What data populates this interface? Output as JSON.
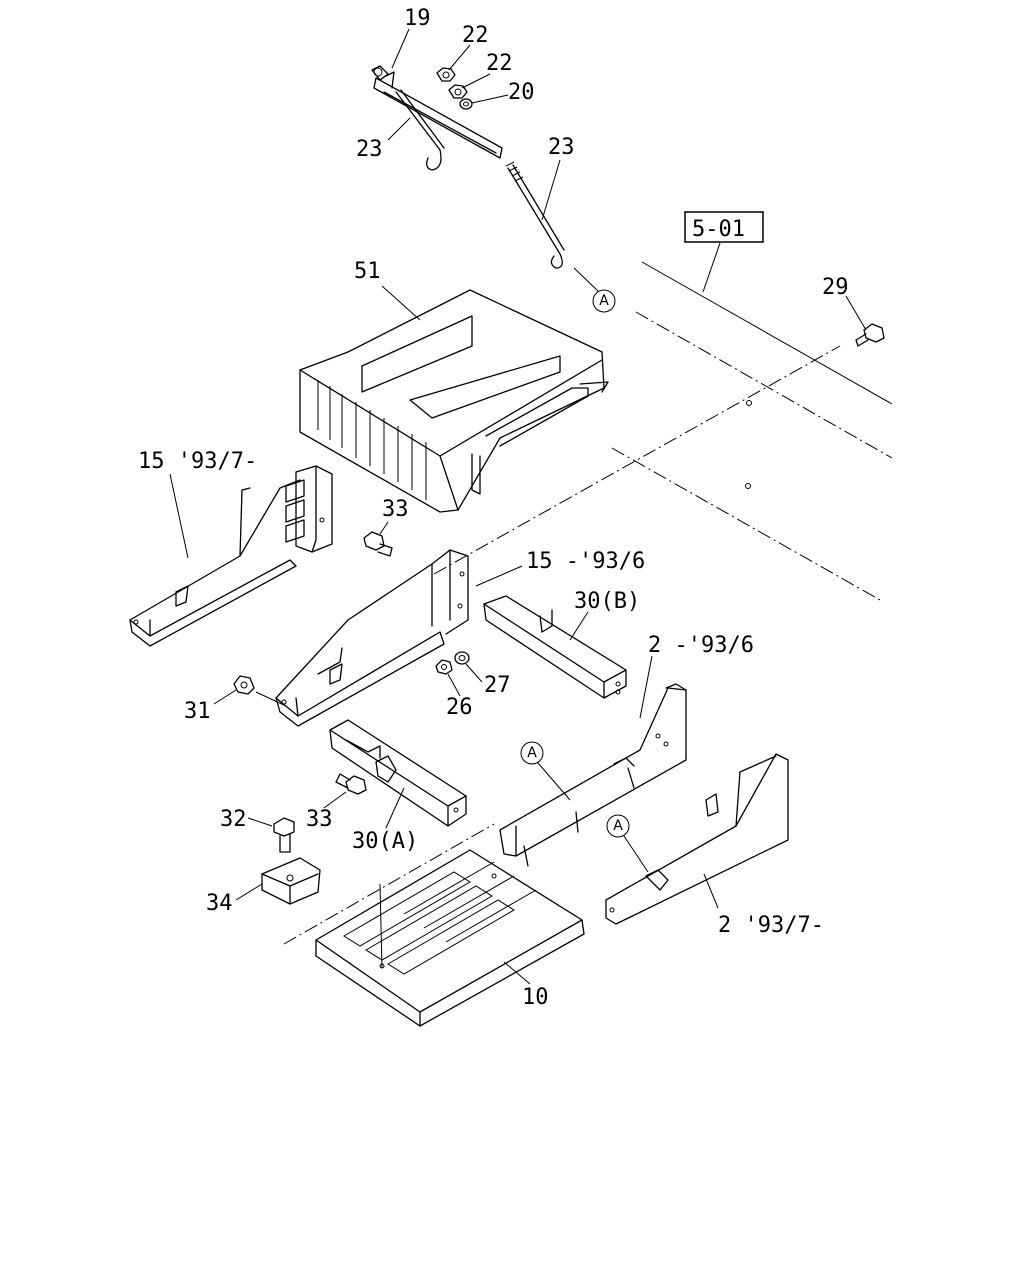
{
  "reference": "5-01",
  "circle_marker": "A",
  "callouts": {
    "c19": "19",
    "c22a": "22",
    "c22b": "22",
    "c20": "20",
    "c23a": "23",
    "c23b": "23",
    "c51": "51",
    "c29": "29",
    "c15_new": "15 '93/7-",
    "c15_old": "15 -'93/6",
    "c33a": "33",
    "c33b": "33",
    "c30b": "30(B)",
    "c30a": "30(A)",
    "c2_old": "2  -'93/6",
    "c2_new": "2  '93/7-",
    "c31": "31",
    "c26": "26",
    "c27": "27",
    "c32": "32",
    "c34": "34",
    "c10": "10"
  }
}
